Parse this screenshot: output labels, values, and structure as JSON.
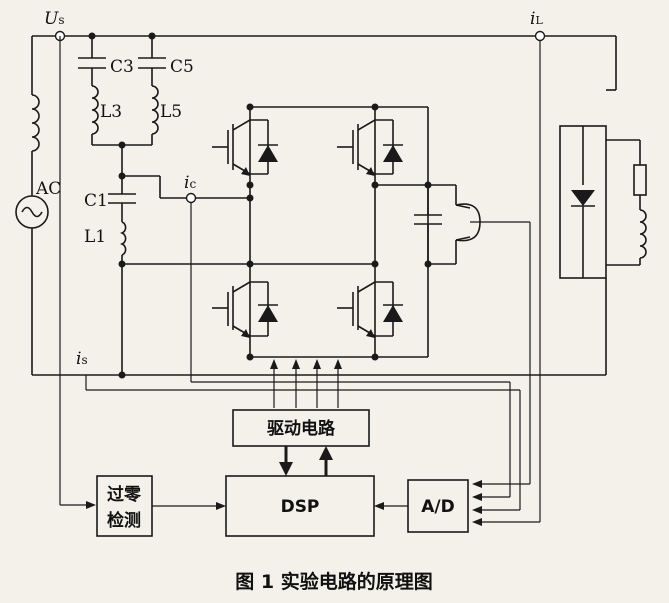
{
  "labels": {
    "us_main": "U",
    "us_sub": "s",
    "il_main": "i",
    "il_sub": "L",
    "ic_main": "i",
    "ic_sub": "c",
    "is_main": "i",
    "is_sub": "s",
    "ac": "AC",
    "c3": "C3",
    "c5": "C5",
    "l3": "L3",
    "l5": "L5",
    "c1": "C1",
    "l1": "L1"
  },
  "blocks": {
    "driver": "驱动电路",
    "dsp": "DSP",
    "ad": "A/D",
    "zero_line1": "过零",
    "zero_line2": "检测"
  },
  "caption": "图 1   实验电路的原理图"
}
